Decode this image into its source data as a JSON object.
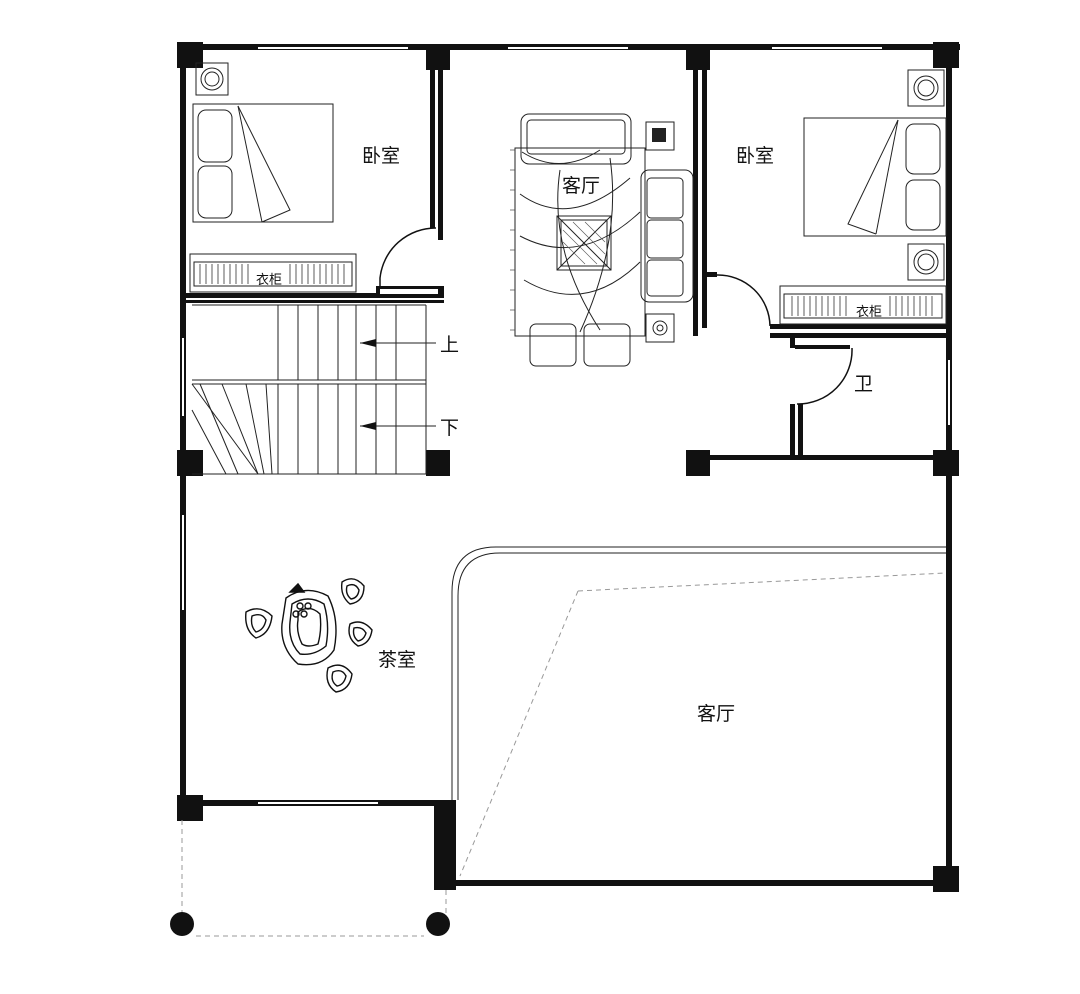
{
  "rooms": {
    "bedroom_left": "卧室",
    "bedroom_right": "卧室",
    "living_top": "客厅",
    "living_main": "客厅",
    "tea_room": "茶室",
    "bathroom": "卫"
  },
  "fixtures": {
    "wardrobe_left": "衣柜",
    "wardrobe_right": "衣柜",
    "stair_up": "上",
    "stair_down": "下"
  }
}
